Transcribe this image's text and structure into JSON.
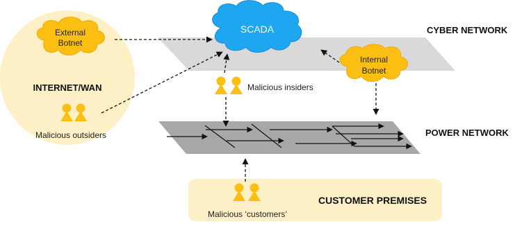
{
  "cyber_network": {
    "label": "CYBER NETWORK",
    "scada_label": "SCADA"
  },
  "power_network": {
    "label": "POWER NETWORK"
  },
  "internet": {
    "label": "INTERNET/WAN",
    "external_botnet_line1": "External",
    "external_botnet_line2": "Botnet",
    "outsiders_label": "Malicious outsiders"
  },
  "internal_botnet": {
    "line1": "Internal",
    "line2": "Botnet"
  },
  "insiders_label": "Malicious insiders",
  "customer_premises": {
    "label": "CUSTOMER PREMISES",
    "customers_label": "Malicious ‘customers’"
  },
  "colors": {
    "scada_blue": "#1ea7f0",
    "botnet_orange": "#fbbf14",
    "internet_bg": "#fdf0c6",
    "customer_bg": "#fdf0c6",
    "cyber_plane": "#d9d9d9",
    "power_plane": "#a8a8a8",
    "person": "#fbbf14"
  },
  "icons": [
    "cloud-icon",
    "person-pair-icon",
    "dashed-arrow",
    "power-line-arrow"
  ]
}
